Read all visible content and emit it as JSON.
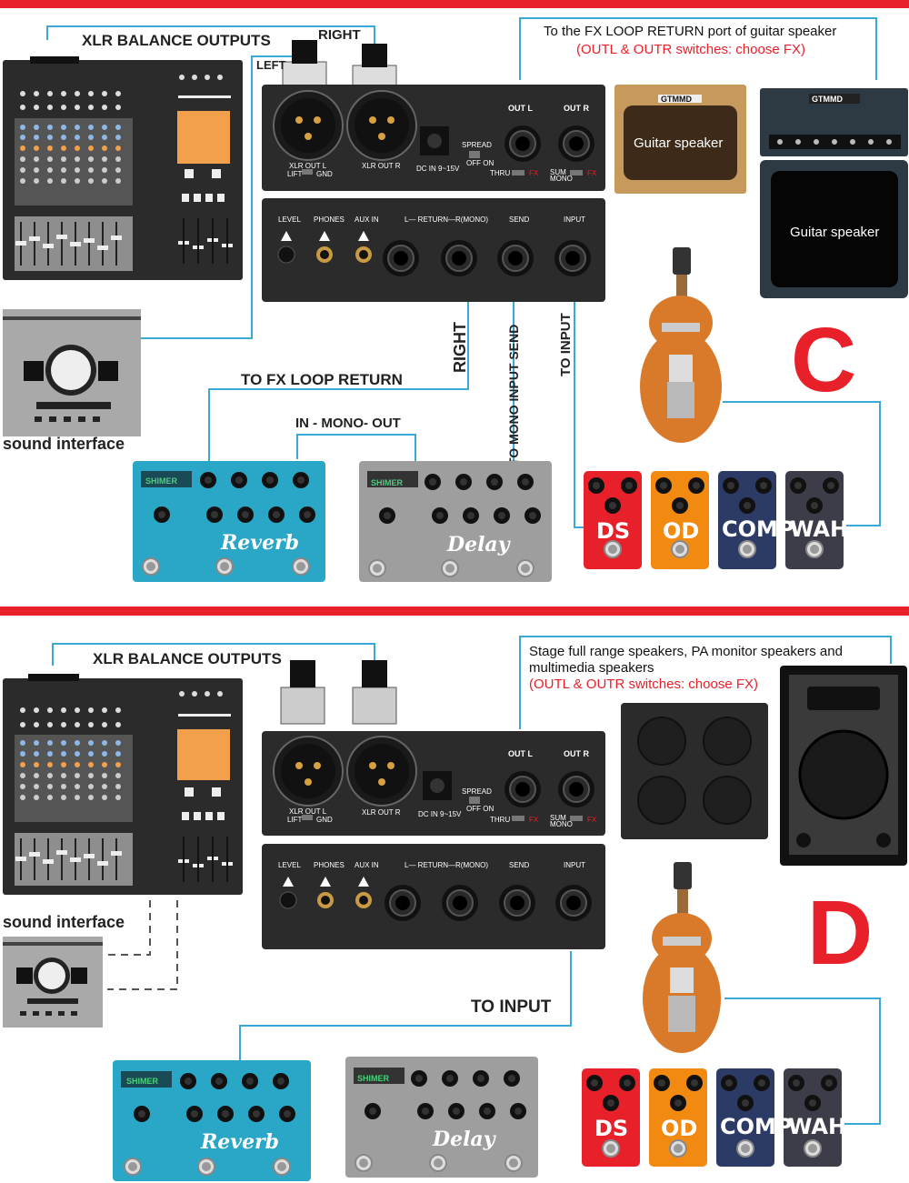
{
  "colors": {
    "accent": "#e8202a",
    "wire": "#3aa9d8",
    "unit": "#2b2b2b"
  },
  "sectionC": {
    "letter": "C",
    "xlr_label": "XLR BALANCE OUTPUTS",
    "right": "RIGHT",
    "left": "LEFT",
    "fx_note_line1": "To the FX LOOP RETURN port of guitar speaker",
    "fx_note_line2": "(OUTL & OUTR switches: choose FX)",
    "guitar_speaker_1": "Guitar speaker",
    "guitar_speaker_2": "Guitar speaker",
    "amp_brand": "GTMMD",
    "sound_interface": "sound interface",
    "to_fx_loop_return": "TO FX LOOP RETURN",
    "in_mono_out": "IN - MONO- OUT",
    "right_vertical": "RIGHT",
    "mono_input_send": "MONO INPUT  SEND",
    "to_mono_input_send": "TO MONO INPUT  SEND",
    "to_input_vertical": "TO INPUT"
  },
  "sectionD": {
    "letter": "D",
    "xlr_label": "XLR BALANCE OUTPUTS",
    "note_line1": "Stage full range speakers, PA monitor speakers and",
    "note_line2": "multimedia speakers",
    "note_line3": "(OUTL & OUTR switches: choose FX)",
    "sound_interface": "sound interface",
    "to_input": "TO INPUT"
  },
  "unit_labels": {
    "out_l": "OUT L",
    "out_r": "OUT R",
    "xlr_out_l": "XLR OUT L",
    "xlr_out_r": "XLR OUT R",
    "lift": "LIFT",
    "gnd": "GND",
    "dc_in": "DC IN 9~15V",
    "spread": "SPREAD",
    "off_on": "OFF  ON",
    "thru": "THRU",
    "fx": "FX",
    "sum": "SUM",
    "mono": "MONO",
    "level": "LEVEL",
    "phones": "PHONES",
    "aux_in": "AUX IN",
    "return": "L— RETURN—R(MONO)",
    "send": "SEND",
    "input": "INPUT"
  },
  "pedals": {
    "shimer": "SHIMER",
    "reverb": "Reverb",
    "delay": "Delay",
    "ds": "DS",
    "od": "OD",
    "comp": "COMP",
    "wah": "WAH"
  }
}
